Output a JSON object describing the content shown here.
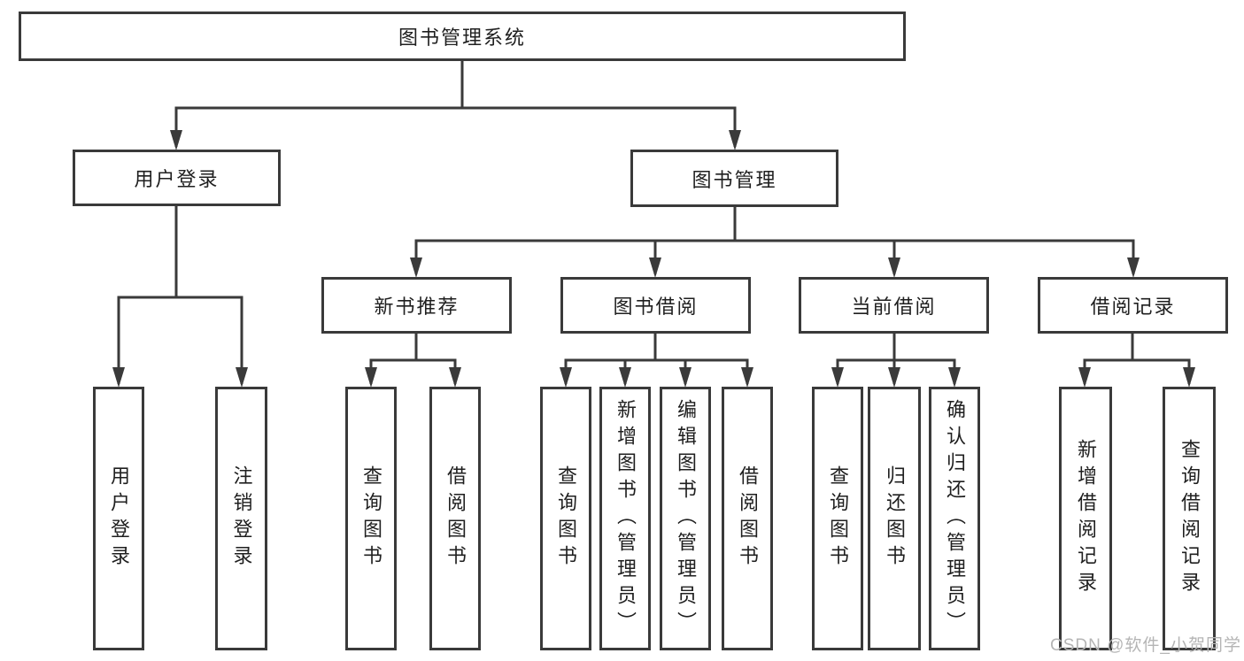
{
  "diagram": {
    "title": "图书管理系统",
    "branches": [
      {
        "label": "用户登录",
        "children": [
          "用户登录",
          "注销登录"
        ]
      },
      {
        "label": "图书管理",
        "sections": [
          {
            "label": "新书推荐",
            "children": [
              "查询图书",
              "借阅图书"
            ]
          },
          {
            "label": "图书借阅",
            "children": [
              "查询图书",
              "新增图书（管理员）",
              "编辑图书（管理员）",
              "借阅图书"
            ]
          },
          {
            "label": "当前借阅",
            "children": [
              "查询图书",
              "归还图书",
              "确认归还（管理员）"
            ]
          },
          {
            "label": "借阅记录",
            "children": [
              "新增借阅记录",
              "查询借阅记录"
            ]
          }
        ]
      }
    ]
  },
  "watermark": "CSDN @软件_小贺同学",
  "colors": {
    "line": "#3a3a3a",
    "text": "#1f1f1f",
    "watermark": "#b5b5b5",
    "background": "#ffffff"
  }
}
